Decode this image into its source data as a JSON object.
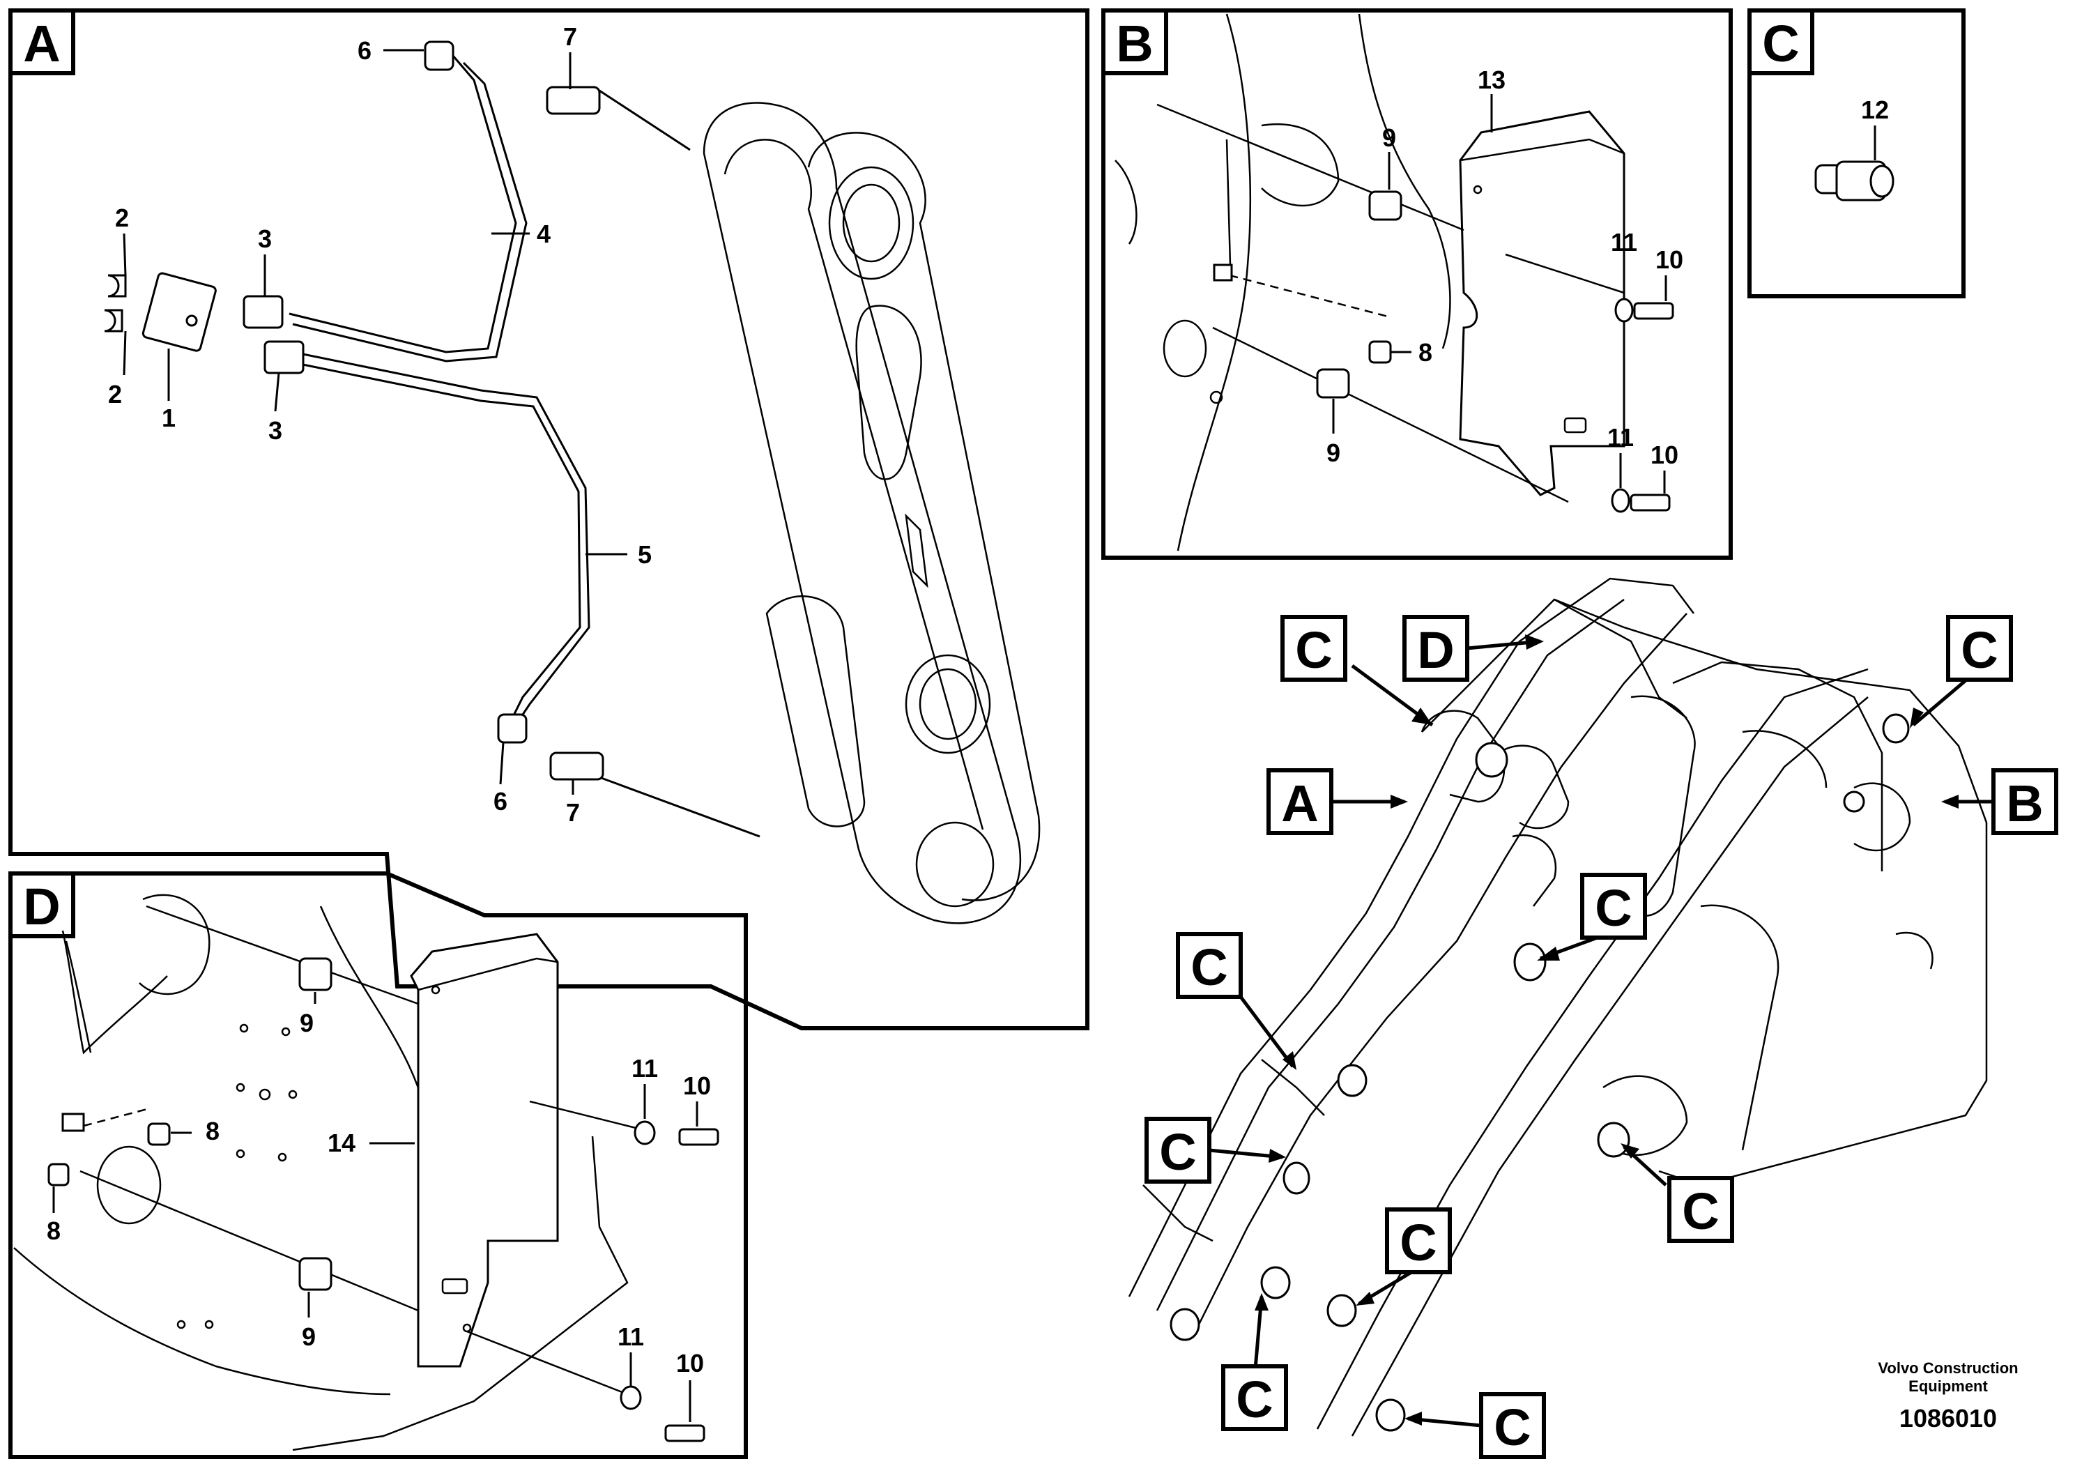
{
  "panels": {
    "a": {
      "tag": "A",
      "callouts": {
        "n1": "1",
        "n2a": "2",
        "n2b": "2",
        "n3a": "3",
        "n3b": "3",
        "n4": "4",
        "n5": "5",
        "n6a": "6",
        "n6b": "6",
        "n7a": "7",
        "n7b": "7"
      }
    },
    "b": {
      "tag": "B",
      "callouts": {
        "n8": "8",
        "n9a": "9",
        "n9b": "9",
        "n10a": "10",
        "n10b": "10",
        "n11a": "11",
        "n11b": "11",
        "n13": "13"
      }
    },
    "c": {
      "tag": "C",
      "callouts": {
        "n12": "12"
      }
    },
    "d": {
      "tag": "D",
      "callouts": {
        "n8a": "8",
        "n8b": "8",
        "n9a": "9",
        "n9b": "9",
        "n10a": "10",
        "n10b": "10",
        "n11a": "11",
        "n11b": "11",
        "n14": "14"
      }
    }
  },
  "overview": {
    "tag_a": "A",
    "tag_b": "B",
    "tag_d": "D",
    "tag_c": [
      "C",
      "C",
      "C",
      "C",
      "C",
      "C",
      "C",
      "C",
      "C"
    ]
  },
  "footer": {
    "company_line1": "Volvo Construction",
    "company_line2": "Equipment",
    "drawing_number": "1086010"
  }
}
